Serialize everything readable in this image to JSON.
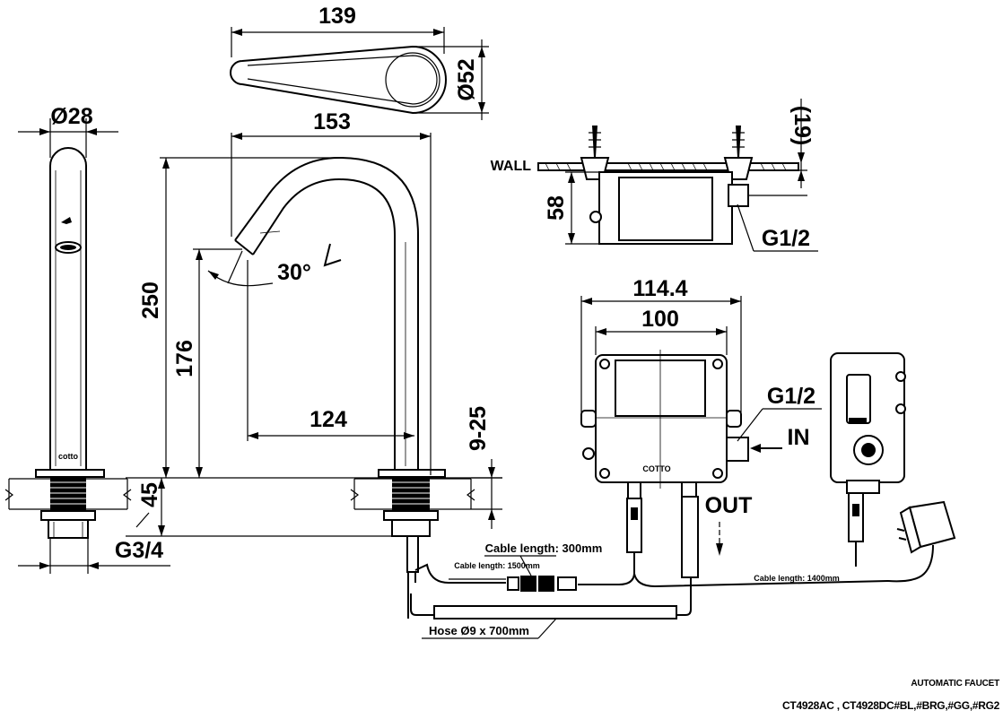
{
  "dimensions": {
    "top_length": "139",
    "top_diameter": "Ø52",
    "spout_diameter": "Ø28",
    "reach": "153",
    "total_height": "250",
    "spout_height": "176",
    "inner_reach": "124",
    "angle": "30°",
    "deck_thickness": "9-25",
    "shank_length": "45",
    "thread": "G3/4",
    "wall_offset": "(19)",
    "box_depth": "58",
    "box_outer_width": "114.4",
    "box_inner_width": "100",
    "inlet_thread_top": "G1/2",
    "inlet_thread": "G1/2"
  },
  "labels": {
    "wall": "WALL",
    "inlet": "IN",
    "outlet": "OUT",
    "cable_300": "Cable length: 300mm",
    "cable_1500": "Cable length: 1500mm",
    "cable_1400": "Cable length: 1400mm",
    "hose": "Hose Ø9 x 700mm",
    "brand_box": "COTTO",
    "brand_spout": "cotto"
  },
  "title": {
    "line1": "AUTOMATIC FAUCET",
    "line2": "CT4928AC , CT4928DC#BL,#BRG,#GG,#RG2"
  }
}
